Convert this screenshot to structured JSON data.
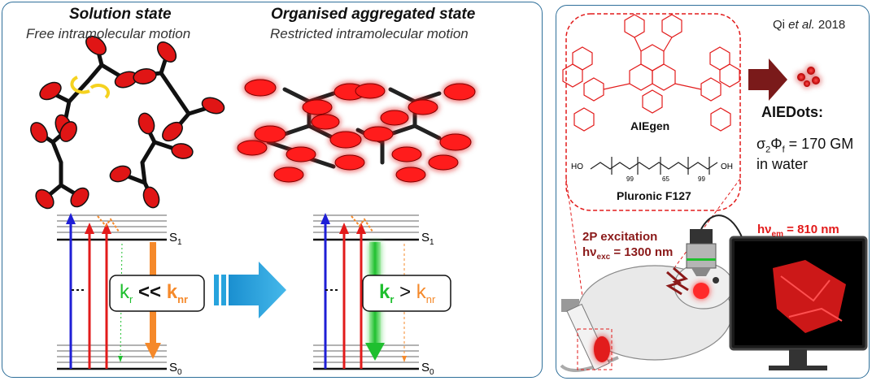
{
  "left": {
    "solution_title": "Solution state",
    "solution_subtitle": "Free intramolecular motion",
    "aggregated_title": "Organised aggregated state",
    "aggregated_subtitle": "Restricted intramolecular motion",
    "s1_label": "S",
    "s1_sub": "1",
    "s0_label": "S",
    "s0_sub": "0",
    "rate1": {
      "k1": "k",
      "k1sub": "r",
      "op": "<<",
      "k2": "k",
      "k2sub": "nr"
    },
    "rate2": {
      "k1": "k",
      "k1sub": "r",
      "op": ">",
      "k2": "k",
      "k2sub": "nr"
    }
  },
  "right": {
    "citation_author": "Qi ",
    "citation_etal": "et al.",
    "citation_year": " 2018",
    "aiegen_label": "AIEgen",
    "pluronic_label": "Pluronic F127",
    "ho_left": "HO",
    "oh_right": "OH",
    "sub_99a": "99",
    "sub_65": "65",
    "sub_99b": "99",
    "aiedots_label": "AIEDots:",
    "cross_section": "σ",
    "cross_sub": "2",
    "phi": "Φ",
    "phi_sub": "f",
    "cross_value": " = 170 GM",
    "in_water": "in water",
    "excitation_title": "2P excitation",
    "exc_h": "hν",
    "exc_sub": "exc",
    "exc_value": " = 1300 nm",
    "em_h": "hν",
    "em_sub": "em",
    "em_value": " = 810 nm"
  },
  "colors": {
    "frame": "#2f6f9a",
    "red": "#e21b1b",
    "dark_red": "#8b1a1a",
    "blue": "#1f1fd6",
    "orange": "#f5892a",
    "green": "#1fbf2f",
    "arrow_blue": "#27a3dd"
  }
}
